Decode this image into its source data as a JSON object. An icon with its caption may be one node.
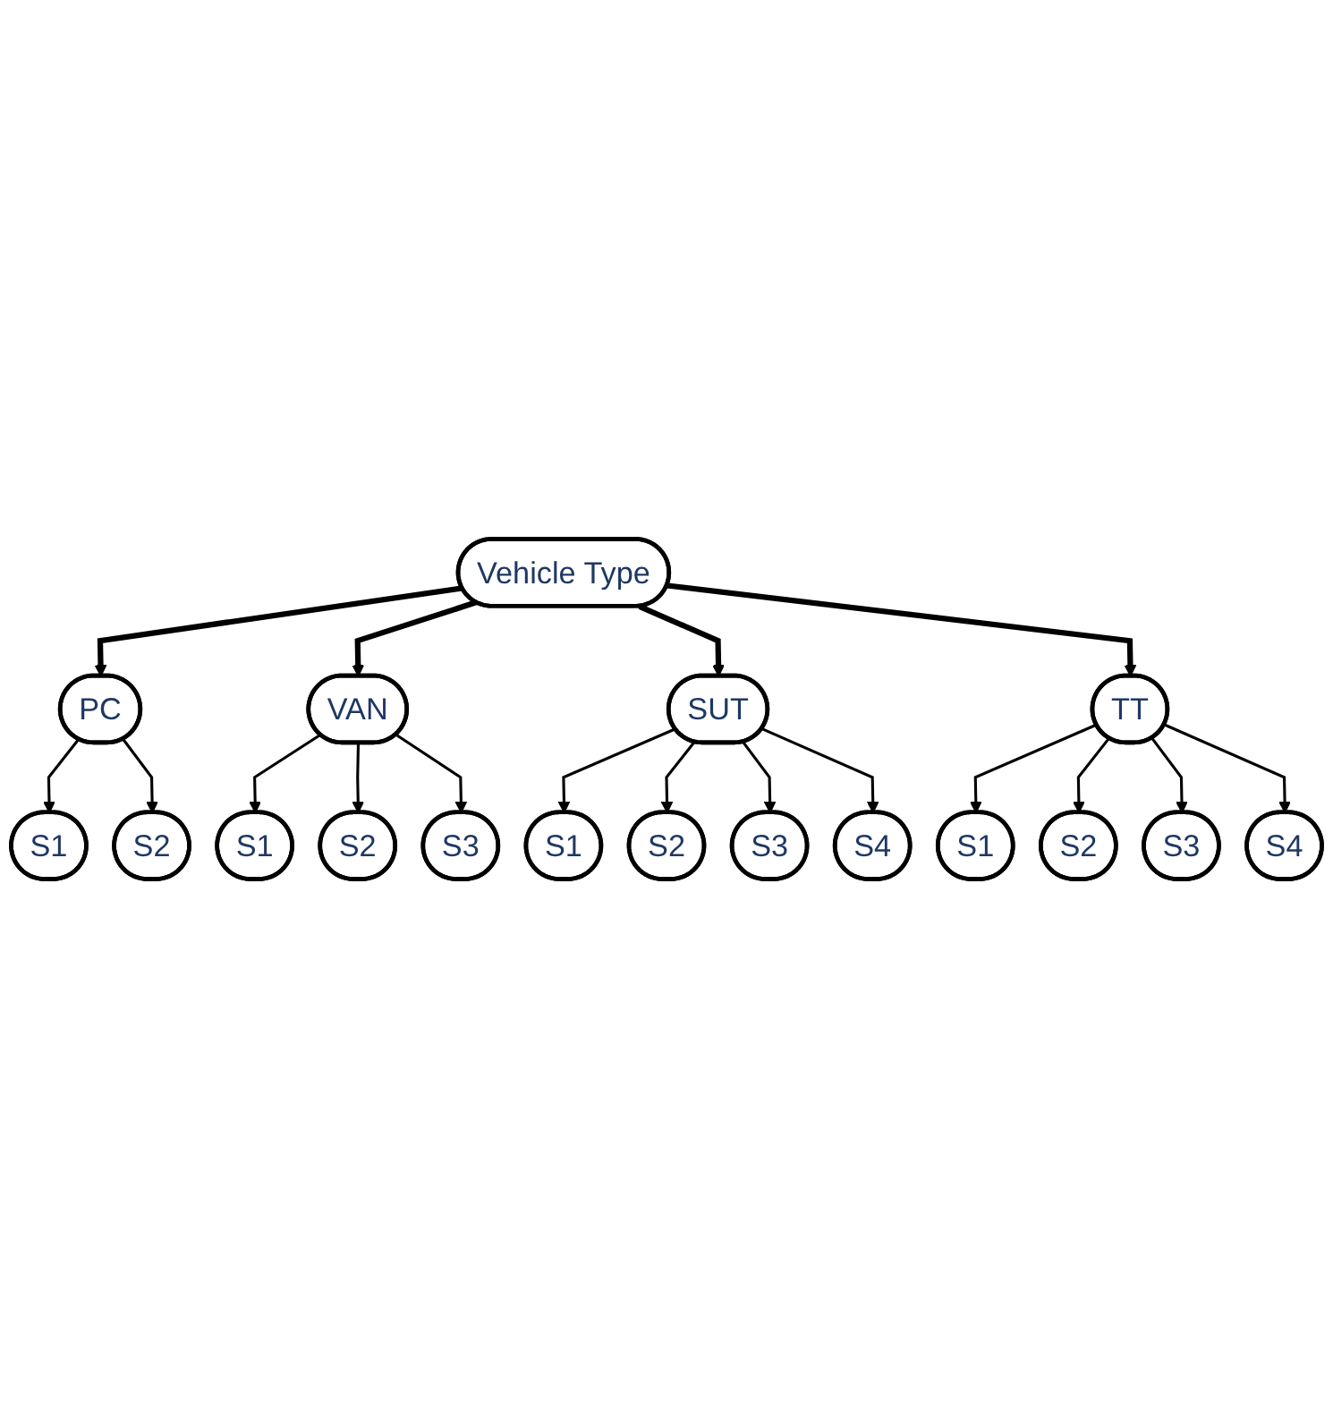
{
  "diagram": {
    "nodes": [
      {
        "text": [
          "Vehicle Type"
        ]
      },
      {
        "text": [
          "PC"
        ]
      },
      {
        "text": [
          "VAN"
        ]
      },
      {
        "text": [
          "SUT"
        ]
      },
      {
        "text": [
          "TT"
        ]
      },
      {
        "text": [
          "S1"
        ]
      },
      {
        "text": [
          "S2"
        ]
      },
      {
        "text": [
          "S1"
        ]
      },
      {
        "text": [
          "S2"
        ]
      },
      {
        "text": [
          "S3"
        ]
      },
      {
        "text": [
          "S1"
        ]
      },
      {
        "text": [
          "S2"
        ]
      },
      {
        "text": [
          "S3"
        ]
      },
      {
        "text": [
          "S4"
        ]
      },
      {
        "text": [
          "S1"
        ]
      },
      {
        "text": [
          "S2"
        ]
      },
      {
        "text": [
          "S3"
        ]
      },
      {
        "text": [
          "S4"
        ]
      }
    ],
    "edges": [
      {
        "from": 0,
        "to": 1,
        "arrow": "to",
        "style": "thick"
      },
      {
        "from": 0,
        "to": 2,
        "arrow": "to",
        "style": "thick"
      },
      {
        "from": 0,
        "to": 3,
        "arrow": "to",
        "style": "thick"
      },
      {
        "from": 0,
        "to": 4,
        "arrow": "to",
        "style": "thick"
      },
      {
        "from": 1,
        "to": 5,
        "arrow": "to"
      },
      {
        "from": 1,
        "to": 6,
        "arrow": "to"
      },
      {
        "from": 2,
        "to": 7,
        "arrow": "to"
      },
      {
        "from": 2,
        "to": 8,
        "arrow": "to"
      },
      {
        "from": 2,
        "to": 9,
        "arrow": "to"
      },
      {
        "from": 3,
        "to": 10,
        "arrow": "to"
      },
      {
        "from": 3,
        "to": 11,
        "arrow": "to"
      },
      {
        "from": 3,
        "to": 12,
        "arrow": "to"
      },
      {
        "from": 3,
        "to": 13,
        "arrow": "to"
      },
      {
        "from": 4,
        "to": 14,
        "arrow": "to"
      },
      {
        "from": 4,
        "to": 15,
        "arrow": "to"
      },
      {
        "from": 4,
        "to": 16,
        "arrow": "to"
      },
      {
        "from": 4,
        "to": 17,
        "arrow": "to"
      }
    ]
  }
}
